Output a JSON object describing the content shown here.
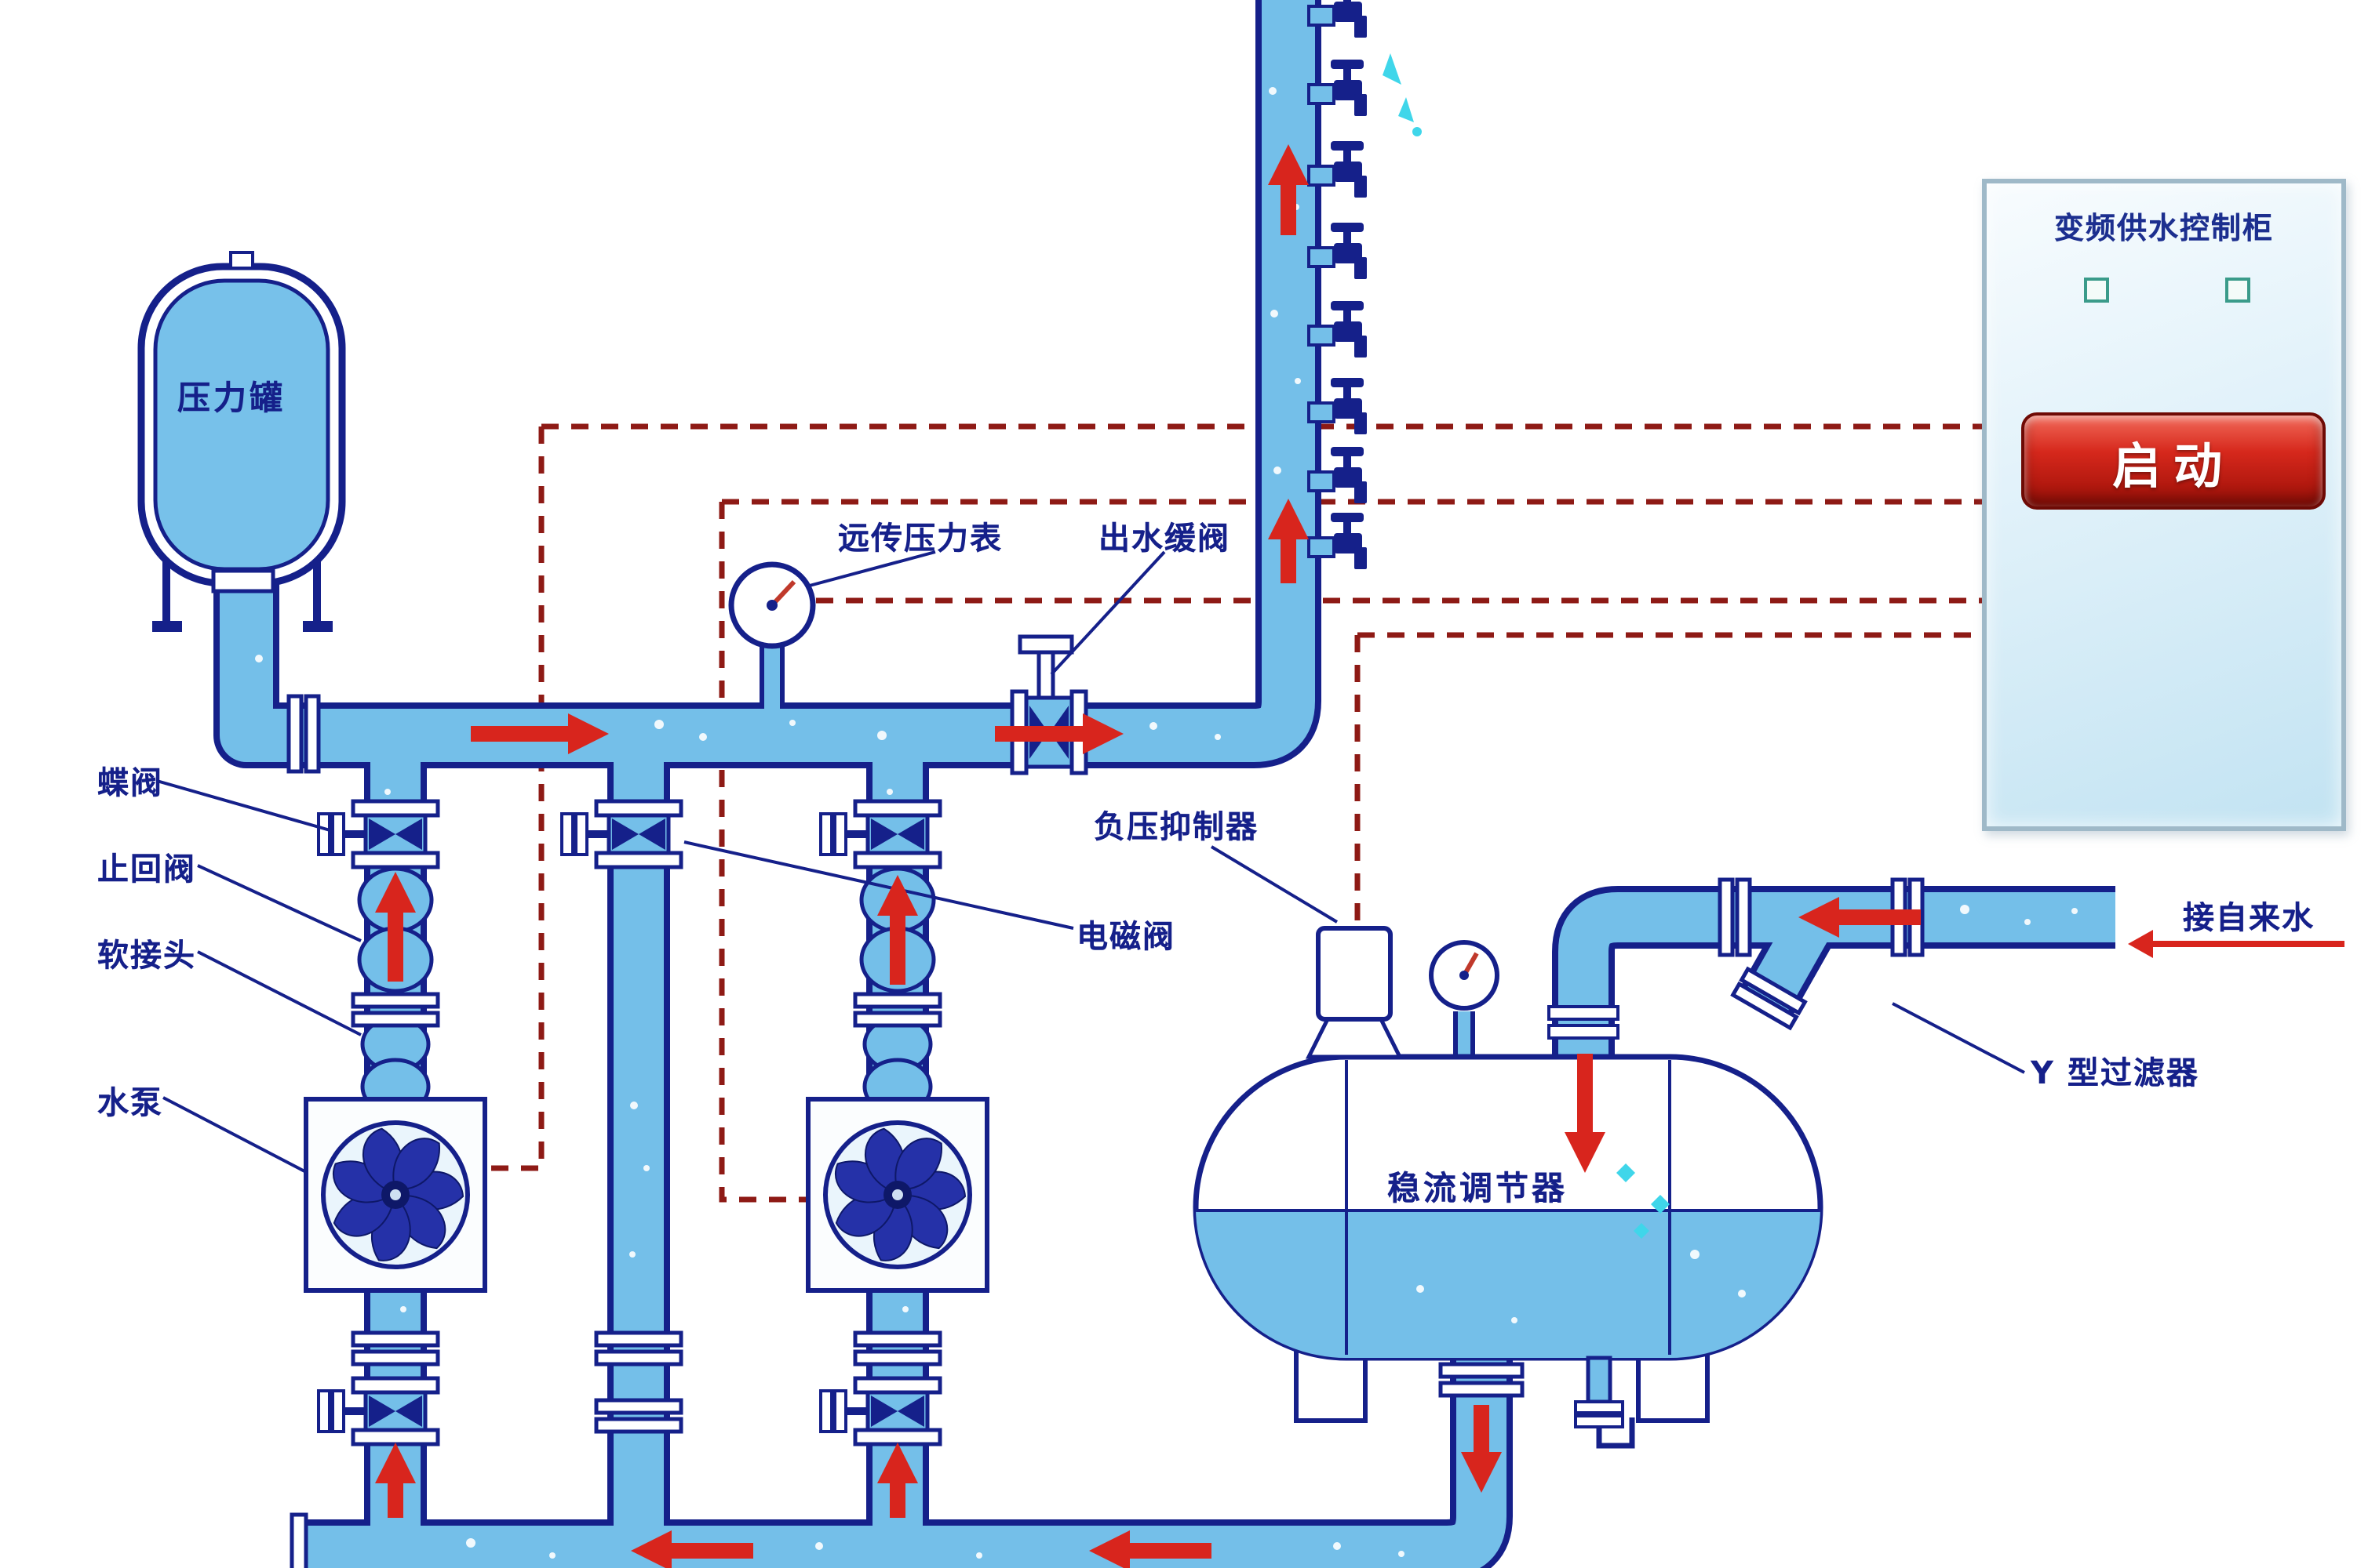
{
  "labels": {
    "pressure_tank": "压力罐",
    "butterfly_valve": "蝶阀",
    "check_valve": "止回阀",
    "soft_joint": "软接头",
    "water_pump": "水泵",
    "remote_pressure_gauge": "远传压力表",
    "outlet_valve": "出水缓阀",
    "solenoid_valve": "电磁阀",
    "negative_pressure_suppressor": "负压抑制器",
    "flow_regulator": "稳流调节器",
    "tap_water_inlet": "接自来水",
    "y_filter": "Y 型过滤器"
  },
  "cabinet": {
    "title": "变频供水控制柜",
    "start_button": "启动"
  },
  "colors": {
    "pipe_fill": "#74bfe9",
    "outline_navy": "#15208a",
    "arrow_red": "#d8251d",
    "control_wire": "#8e1a15",
    "button_red": "#d6281c",
    "splash_cyan": "#3fd6ea"
  }
}
